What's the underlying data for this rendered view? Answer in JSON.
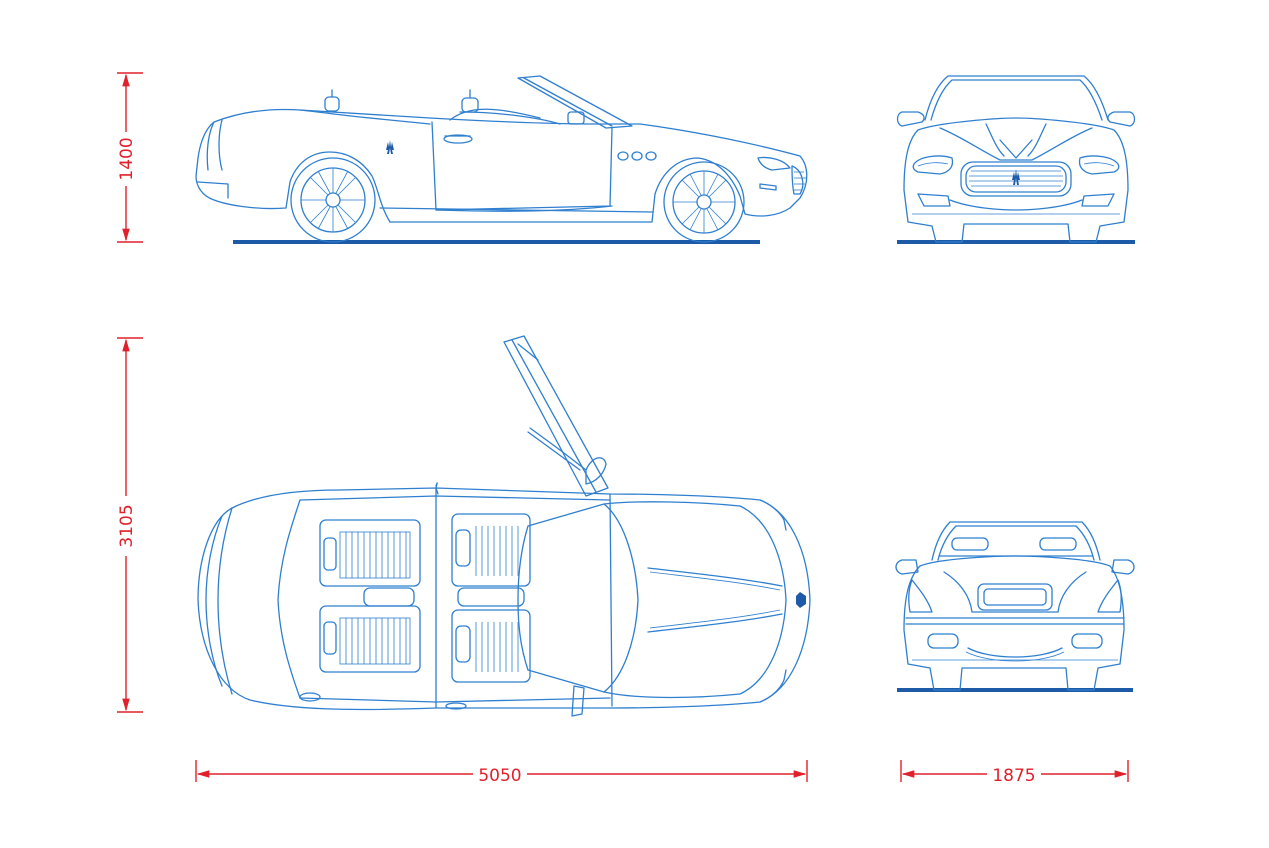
{
  "drawing": {
    "line_color": "#2f7fd0",
    "ground_color": "#1d5aa8",
    "dimension_color": "#e0202a",
    "views": [
      "side-view",
      "front-view",
      "top-view",
      "rear-view"
    ]
  },
  "dimensions": {
    "height": "1400",
    "width": "3105",
    "length": "5050",
    "track": "1875"
  }
}
